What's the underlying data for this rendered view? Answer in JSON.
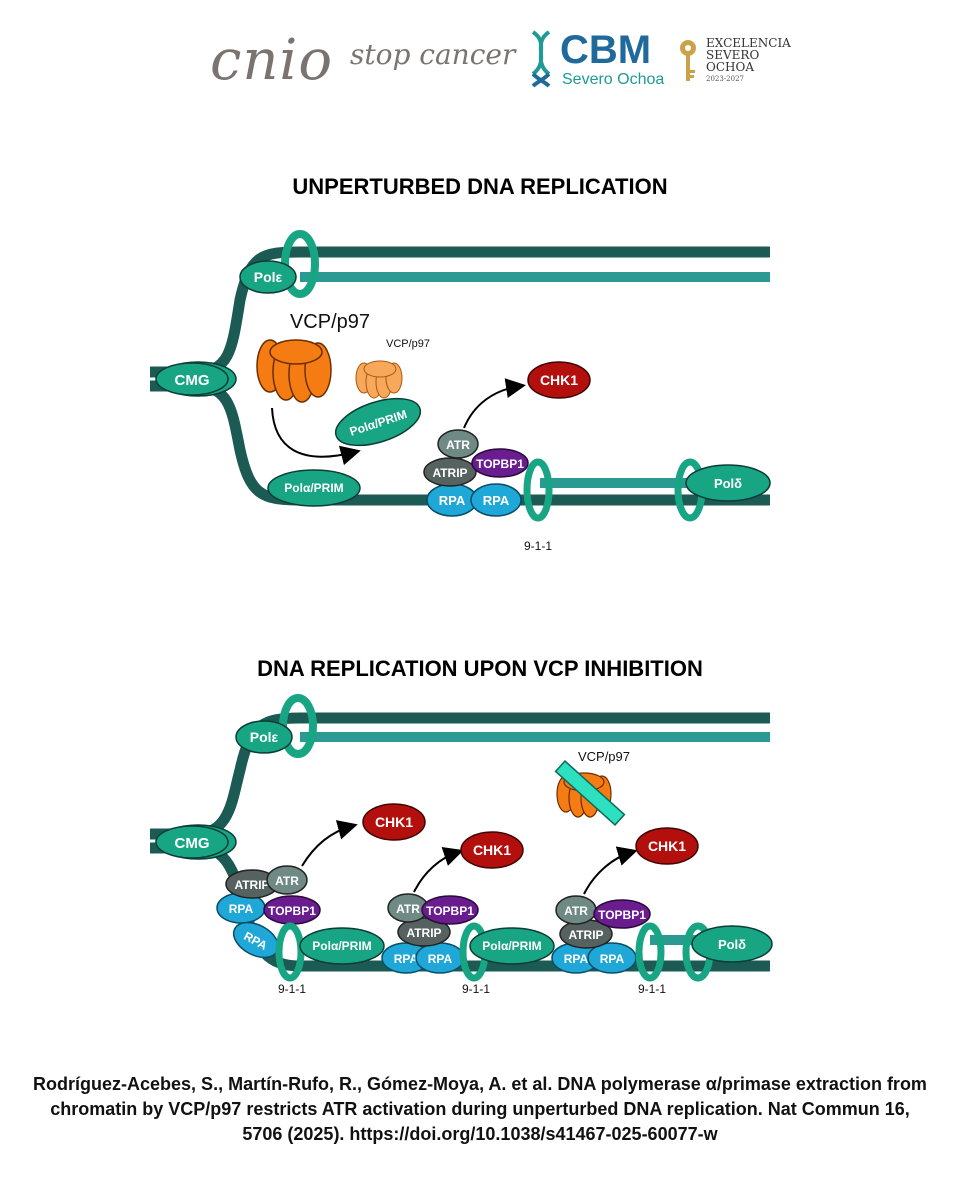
{
  "logos": {
    "cnio": "cnio",
    "stop_cancer": "stop cancer",
    "cbm": "CBM",
    "cbm_sub": "Severo Ochoa",
    "excelencia": [
      "EXCELENCIA",
      "SEVERO",
      "OCHOA"
    ],
    "excelencia_years": "2023-2027"
  },
  "panel1": {
    "title": "UNPERTURBED DNA REPLICATION",
    "labels": {
      "pol_e": "Polε",
      "cmg": "CMG",
      "vcp_large": "VCP/p97",
      "vcp_small": "VCP/p97",
      "pola_detached": "Polα/PRIM",
      "pola_bound": "Polα/PRIM",
      "atr": "ATR",
      "atrip": "ATRIP",
      "topbp1": "TOPBP1",
      "rpa1": "RPA",
      "rpa2": "RPA",
      "chk1": "CHK1",
      "nine11": "9-1-1",
      "pol_d": "Polδ"
    }
  },
  "panel2": {
    "title": "DNA REPLICATION UPON VCP INHIBITION",
    "labels": {
      "pol_e": "Polε",
      "cmg": "CMG",
      "vcp_inhibited": "VCP/p97",
      "chk1_a": "CHK1",
      "chk1_b": "CHK1",
      "chk1_c": "CHK1",
      "g1_atrip": "ATRIP",
      "g1_atr": "ATR",
      "g1_rpa1": "RPA",
      "g1_topbp1": "TOPBP1",
      "g1_rpa2": "RPA",
      "g1_pola": "Polα/PRIM",
      "g1_911": "9-1-1",
      "g2_atr": "ATR",
      "g2_topbp1": "TOPBP1",
      "g2_atrip": "ATRIP",
      "g2_rpa1": "RPA",
      "g2_rpa2": "RPA",
      "g2_pola": "Polα/PRIM",
      "g2_911": "9-1-1",
      "g3_atr": "ATR",
      "g3_topbp1": "TOPBP1",
      "g3_atrip": "ATRIP",
      "g3_rpa1": "RPA",
      "g3_rpa2": "RPA",
      "g3_911": "9-1-1",
      "pol_d": "Polδ"
    }
  },
  "citation": "Rodríguez-Acebes, S., Martín-Rufo, R., Gómez-Moya, A. et al. DNA polymerase α/primase extraction from chromatin by VCP/p97 restricts ATR activation during unperturbed DNA replication. Nat Commun 16, 5706 (2025). https://doi.org/10.1038/s41467-025-60077-w",
  "colors": {
    "dna_dark": "#1c5a54",
    "dna_light": "#2a9a92",
    "green_protein": "#17a584",
    "vcp_orange": "#f57c12",
    "vcp_light": "#f8a85a",
    "chk1_red": "#b3100d",
    "atr_gray": "#6f8a84",
    "atrip_gray": "#55625f",
    "topbp1_purple": "#6a1d8e",
    "rpa_blue": "#1fa7d8"
  }
}
